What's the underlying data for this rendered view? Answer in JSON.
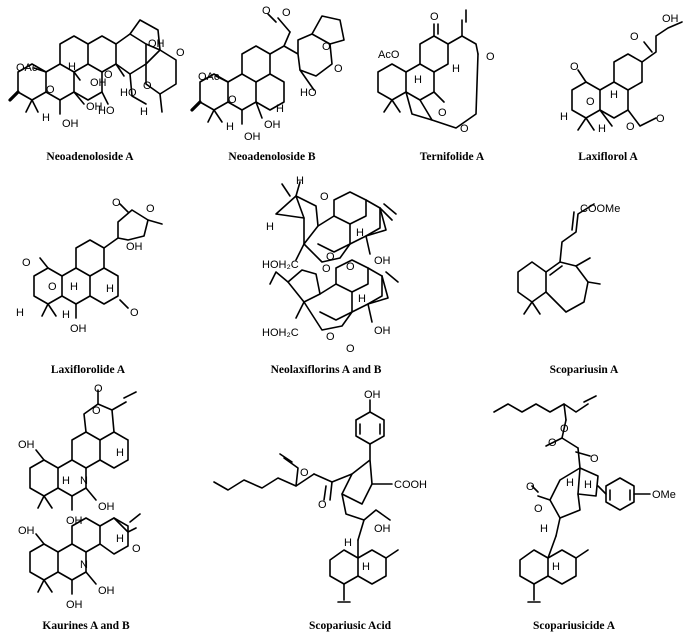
{
  "compounds": [
    {
      "name": "Neoadenoloside A",
      "atoms": [
        "OAc",
        "O",
        "H",
        "OH",
        "OH",
        "OH",
        "O",
        "OH",
        "HO",
        "HO",
        "O",
        "O",
        "H",
        "H"
      ]
    },
    {
      "name": "Neoadenoloside B",
      "atoms": [
        "O",
        "OAc",
        "O",
        "O",
        "O",
        "HO",
        "H",
        "OH",
        "OH",
        "H",
        "O"
      ]
    },
    {
      "name": "Ternifolide A",
      "atoms": [
        "O",
        "AcO",
        "H",
        "O",
        "O",
        "O",
        "H"
      ]
    },
    {
      "name": "Laxiflorol A",
      "atoms": [
        "OH",
        "O",
        "O",
        "H",
        "O",
        "H",
        "O",
        "O",
        "H"
      ]
    },
    {
      "name": "Laxiflorolide A",
      "atoms": [
        "O",
        "O",
        "O",
        "OH",
        "O",
        "H",
        "H",
        "H",
        "H",
        "OH",
        "O"
      ]
    },
    {
      "name": "Neolaxiflorins A and B",
      "atoms": [
        "H",
        "O",
        "H",
        "H",
        "HOH₂C",
        "O",
        "O",
        "OH",
        "O",
        "H",
        "HOH₂C",
        "O",
        "O",
        "OH"
      ]
    },
    {
      "name": "Scopariusin A",
      "atoms": [
        "COOMe"
      ]
    },
    {
      "name": "Kaurines A and B",
      "atoms": [
        "O",
        "O",
        "OH",
        "H",
        "N",
        "H",
        "OH",
        "OH",
        "OH",
        "H",
        "N",
        "O",
        "OH",
        "OH"
      ]
    },
    {
      "name": "Scopariusic Acid",
      "atoms": [
        "OH",
        "O",
        "O",
        "COOH",
        "OH",
        "H",
        "H"
      ]
    },
    {
      "name": "Scopariusicide A",
      "atoms": [
        "O",
        "O",
        "O",
        "OMe",
        "O",
        "H",
        "H",
        "H",
        "O",
        "H"
      ]
    }
  ]
}
